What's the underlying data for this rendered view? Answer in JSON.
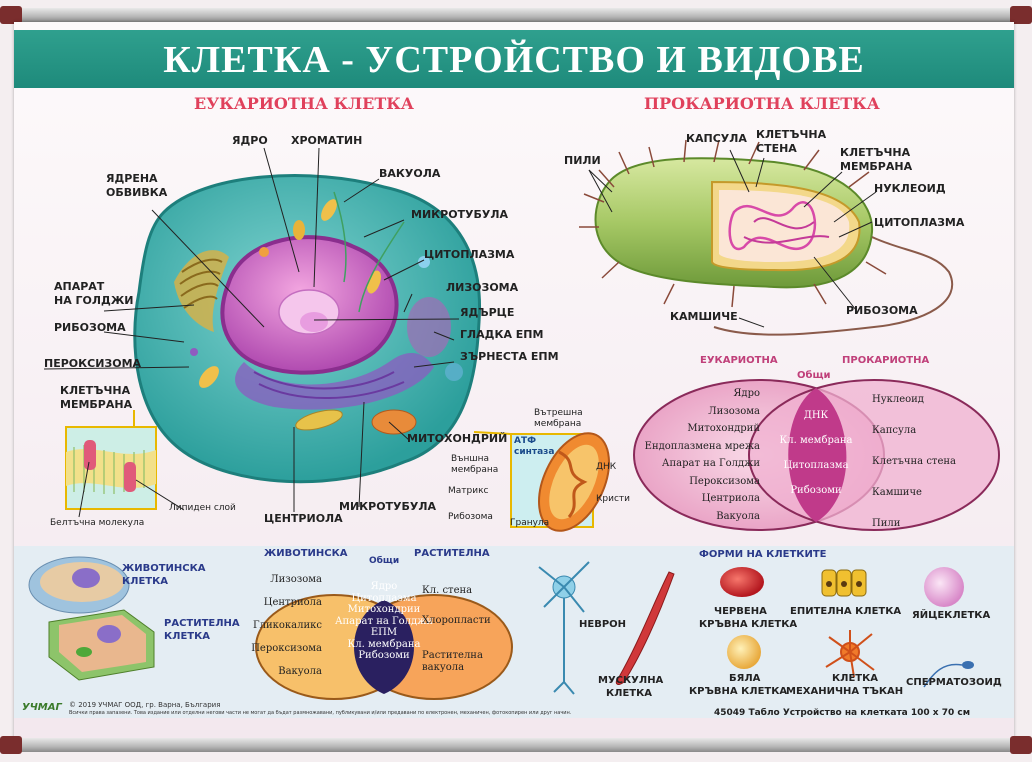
{
  "title": "КЛЕТКА - УСТРОЙСТВО И ВИДОВЕ",
  "eukaryote": {
    "heading": "ЕУКАРИОТНА КЛЕТКА",
    "labels": {
      "nucleus": "ЯДРО",
      "chromatin": "ХРОМАТИН",
      "envelope1": "ЯДРЕНА",
      "envelope2": "ОБВИВКА",
      "vacuole": "ВАКУОЛА",
      "microtubule_top": "МИКРОТУБУЛА",
      "cytoplasm": "ЦИТОПЛАЗМА",
      "golgi1": "АПАРАТ",
      "golgi2": "НА ГОЛДЖИ",
      "lysosome": "ЛИЗОЗОМА",
      "ribosome": "РИБОЗОМА",
      "nucleolus": "ЯДЪРЦЕ",
      "smooth_er": "ГЛАДКА ЕПМ",
      "rough_er": "ЗЪРНЕСТА ЕПМ",
      "peroxisome": "ПЕРОКСИЗОМА",
      "membrane1": "КЛЕТЪЧНА",
      "membrane2": "МЕМБРАНА",
      "mitochondrion": "МИТОХОНДРИЙ",
      "centriole": "ЦЕНТРИОЛА",
      "microtubule_bottom": "МИКРОТУБУЛА",
      "protein": "Белтъчна молекула",
      "lipid": "Липиден слой"
    },
    "mito": {
      "inner1": "Вътрешна",
      "inner2": "мембрана",
      "atp1": "АТФ",
      "atp2": "синтаза",
      "outer1": "Външна",
      "outer2": "мембрана",
      "dna": "ДНК",
      "matrix": "Матрикс",
      "cristae": "Кристи",
      "ribosome": "Рибозома",
      "granule": "Гранула"
    }
  },
  "prokaryote": {
    "heading": "ПРОКАРИОТНА КЛЕТКА",
    "labels": {
      "pili": "ПИЛИ",
      "capsule": "КАПСУЛА",
      "wall1": "КЛЕТЪЧНА",
      "wall2": "СТЕНА",
      "membrane1": "КЛЕТЪЧНА",
      "membrane2": "МЕМБРАНА",
      "nucleoid": "НУКЛЕОИД",
      "cytoplasm": "ЦИТОПЛАЗМА",
      "ribosome": "РИБОЗОМА",
      "flagellum": "КАМШИЧЕ"
    }
  },
  "venn_top": {
    "left_title": "ЕУКАРИОТНА",
    "right_title": "ПРОКАРИОТНА",
    "common_title": "Общи",
    "left_items": [
      "Ядро",
      "Лизозома",
      "Митохондрий",
      "Ендоплазмена мрежа",
      "Апарат на Голджи",
      "Пероксизома",
      "Центриола",
      "Вакуола"
    ],
    "common_items": [
      "ДНК",
      "Кл. мембрана",
      "Цитоплазма",
      "Рибозоми"
    ],
    "right_items": [
      "Нуклеоид",
      "Капсула",
      "Клетъчна стена",
      "Камшиче",
      "Пили"
    ]
  },
  "bottom": {
    "animal_cell1": "ЖИВОТИНСКА",
    "animal_cell2": "КЛЕТКА",
    "plant_cell1": "РАСТИТЕЛНА",
    "plant_cell2": "КЛЕТКА",
    "venn": {
      "left_title": "ЖИВОТИНСКА",
      "right_title": "РАСТИТЕЛНА",
      "common_title": "Общи",
      "left_items": [
        "Лизозома",
        "Центриола",
        "Гликокаликс",
        "Пероксизома",
        "Вакуола"
      ],
      "common_items": [
        "Ядро",
        "Цитоплазма",
        "Митохондрии",
        "Апарат на Голджи",
        "ЕПМ",
        "Кл. мембрана",
        "Рибозоми"
      ],
      "right_items": [
        "Кл. стена",
        "Хлоропласти",
        "Растителна",
        "вакуола"
      ]
    },
    "forms_title": "ФОРМИ НА КЛЕТКИТЕ",
    "neuron": "НЕВРОН",
    "muscle1": "МУСКУЛНА",
    "muscle2": "КЛЕТКА",
    "red1": "ЧЕРВЕНА",
    "red2": "КРЪВНА КЛЕТКА",
    "white1": "БЯЛА",
    "white2": "КРЪВНА КЛЕТКА",
    "epithelial": "ЕПИТЕЛНА КЛЕТКА",
    "mech1": "КЛЕТКА",
    "mech2": "МЕХАНИЧНА ТЪКАН",
    "egg": "ЯЙЦЕКЛЕТКА",
    "sperm": "СПЕРМАТОЗОИД"
  },
  "footer": {
    "brand": "УЧМАГ",
    "copyright": "© 2019 УЧМАГ ООД, гр. Варна, България",
    "rights": "Всички права запазени. Това издание или отделни негови части не могат да бъдат размножавани, публикувани и/или предавани по електронен, механичен, фотокопирен или друг начин.",
    "product": "45049 Табло Устройство на клетката 100 x 70 см"
  }
}
